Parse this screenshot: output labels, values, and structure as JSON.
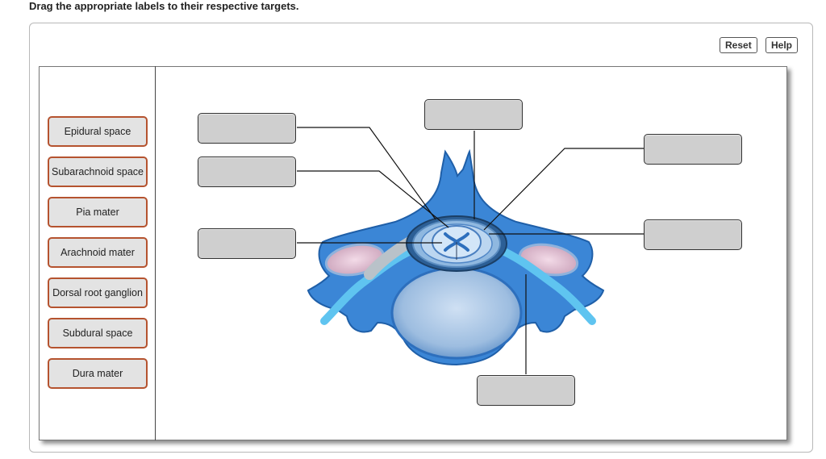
{
  "instruction": "Drag the appropriate labels to their respective targets.",
  "toolbar": {
    "reset_label": "Reset",
    "help_label": "Help"
  },
  "labels": [
    "Epidural space",
    "Subarachnoid space",
    "Pia mater",
    "Arachnoid mater",
    "Dorsal root ganglion",
    "Subdural space",
    "Dura mater"
  ],
  "colors": {
    "label_border": "#b5532f",
    "label_fill": "#e3e3e3",
    "target_fill": "#cfcfcf",
    "bone_blue": "#3b86d6"
  }
}
